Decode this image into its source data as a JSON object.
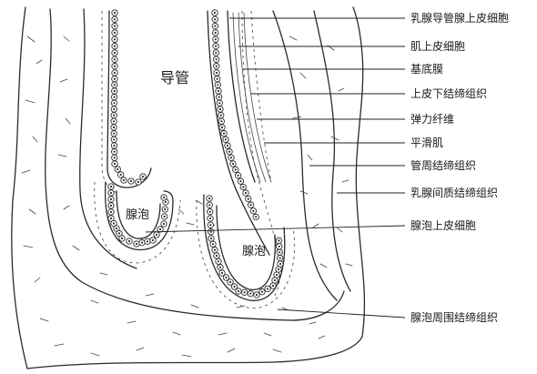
{
  "in_figure": {
    "duct": "导管",
    "alveolus_left": "腺泡",
    "alveolus_right": "腺泡"
  },
  "labels": [
    "乳腺导管腺上皮细胞",
    "肌上皮细胞",
    "基底膜",
    "上皮下结缔组织",
    "弹力纤维",
    "平滑肌",
    "管周结缔组织",
    "乳腺间质结缔组织",
    "腺泡上皮细胞",
    "腺泡周围结缔组织"
  ]
}
